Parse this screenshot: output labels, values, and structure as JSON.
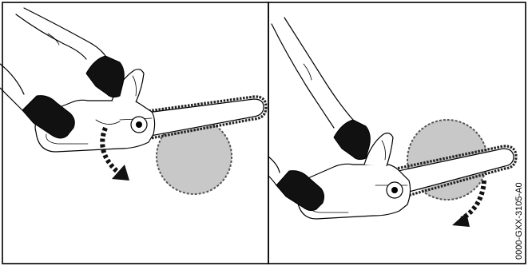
{
  "figure": {
    "image_code": "0000-GXX-3105-A0",
    "panels": [
      {
        "id": "left",
        "arrow_direction": "down-right"
      },
      {
        "id": "right",
        "arrow_direction": "down-left"
      }
    ],
    "colors": {
      "log_fill": "#c8c8c8",
      "glove": "#111111",
      "line": "#000000",
      "background": "#ffffff"
    }
  }
}
